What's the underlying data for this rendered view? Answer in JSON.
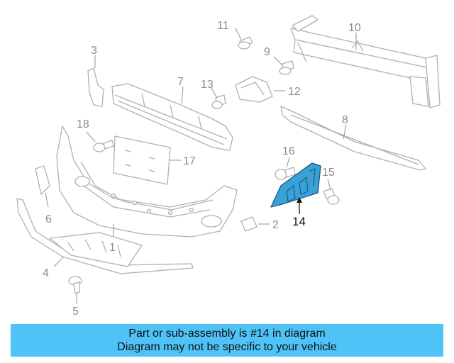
{
  "callouts": {
    "c1": "1",
    "c2": "2",
    "c3": "3",
    "c4": "4",
    "c5": "5",
    "c6": "6",
    "c7": "7",
    "c8": "8",
    "c9": "9",
    "c10": "10",
    "c11": "11",
    "c12": "12",
    "c13": "13",
    "c14": "14",
    "c15": "15",
    "c16": "16",
    "c17": "17",
    "c18": "18"
  },
  "highlight_part": "14",
  "colors": {
    "highlight_fill": "#3aa0d8",
    "banner_bg": "#4fc3f7",
    "line_art": "#b0b0b0"
  },
  "banner": {
    "line1": "Part or sub-assembly is #14 in diagram",
    "line2": "Diagram may not be specific to your vehicle"
  }
}
